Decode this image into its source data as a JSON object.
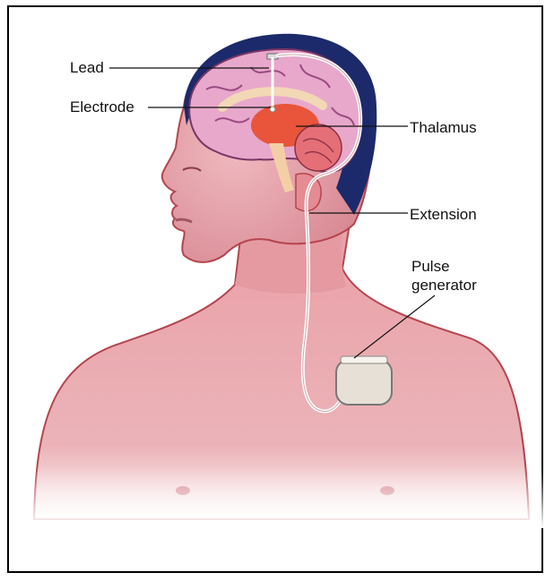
{
  "labels": {
    "lead": "Lead",
    "electrode": "Electrode",
    "thalamus": "Thalamus",
    "extension": "Extension",
    "pulse_generator": "Pulse generator"
  },
  "colors": {
    "skin": "#e8a0a0",
    "hair": "#1c2a6b",
    "brain": "#e7a6c8",
    "thalamus": "#e8553a",
    "wire": "#ffffff",
    "device": "#e6e0d6"
  }
}
